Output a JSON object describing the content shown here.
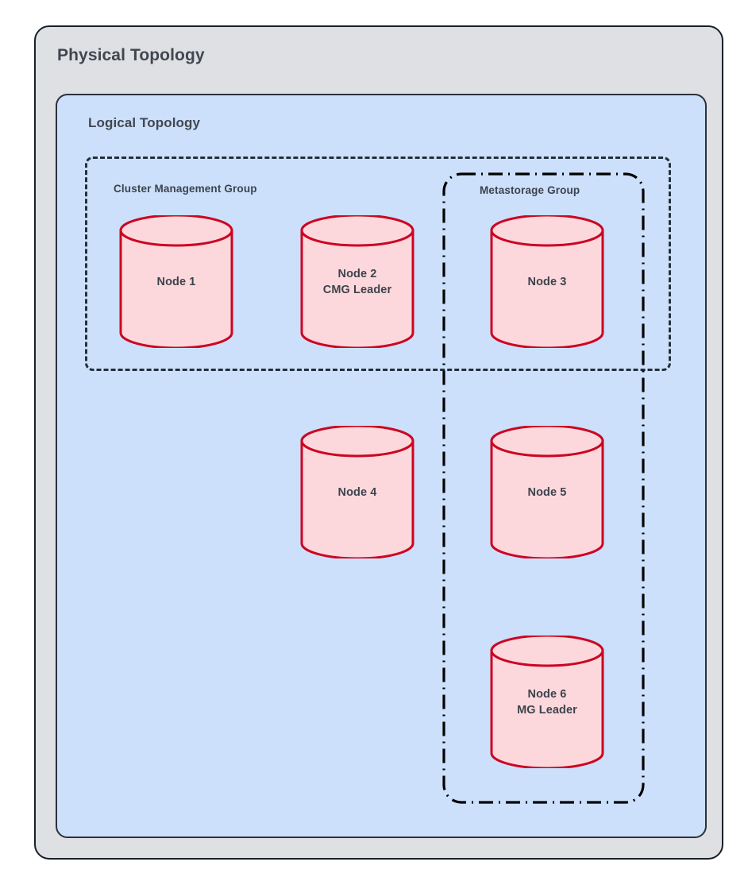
{
  "diagram": {
    "title": "Physical Topology",
    "inner_title": "Logical Topology",
    "colors": {
      "physical_fill": "#DEE0E3",
      "logical_fill": "#CCE0FB",
      "node_fill": "#FCD8DC",
      "node_stroke": "#CC0522",
      "border_stroke": "#17202A",
      "text": "#3C434D"
    }
  },
  "groups": [
    {
      "id": "cluster-management-group",
      "label": "Cluster Management Group",
      "border_style": "dashed",
      "members": [
        "Node 1",
        "Node 2",
        "Node 3"
      ]
    },
    {
      "id": "metastorage-group",
      "label": "Metastorage Group",
      "border_style": "dash-dot",
      "members": [
        "Node 3",
        "Node 5",
        "Node 6"
      ]
    }
  ],
  "nodes": [
    {
      "id": "node-1",
      "line1": "Node 1",
      "line2": "",
      "label": "Node 1"
    },
    {
      "id": "node-2",
      "line1": "Node 2",
      "line2": "CMG Leader",
      "label": "Node 2\nCMG Leader"
    },
    {
      "id": "node-3",
      "line1": "Node 3",
      "line2": "",
      "label": "Node 3"
    },
    {
      "id": "node-4",
      "line1": "Node 4",
      "line2": "",
      "label": "Node 4"
    },
    {
      "id": "node-5",
      "line1": "Node 5",
      "line2": "",
      "label": "Node 5"
    },
    {
      "id": "node-6",
      "line1": "Node 6",
      "line2": "MG Leader",
      "label": "Node 6\nMG Leader"
    }
  ]
}
